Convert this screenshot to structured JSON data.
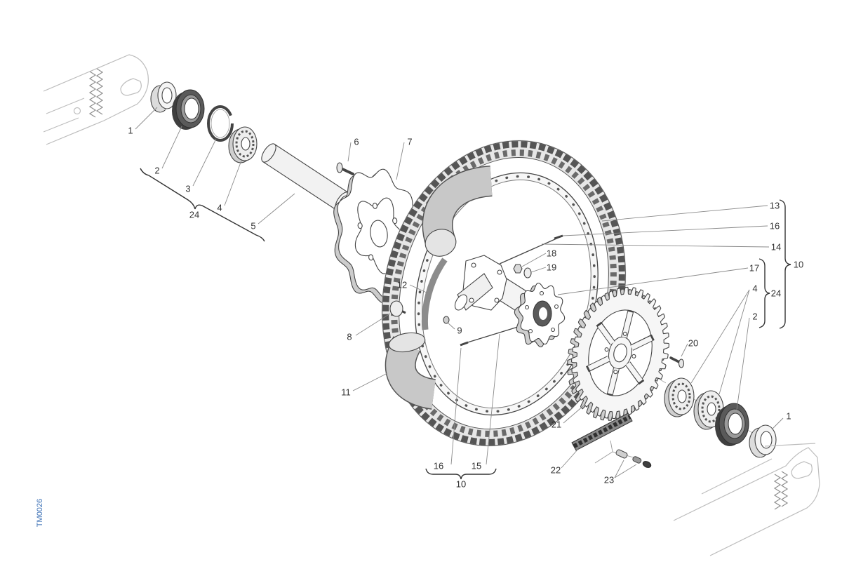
{
  "diagram": {
    "code": "TM0026",
    "code_color": "#3a6fb5",
    "callouts": [
      {
        "text": "1"
      },
      {
        "text": "2"
      },
      {
        "text": "3"
      },
      {
        "text": "4"
      },
      {
        "text": "24"
      },
      {
        "text": "5"
      },
      {
        "text": "6"
      },
      {
        "text": "7"
      },
      {
        "text": "8"
      },
      {
        "text": "9"
      },
      {
        "text": "11"
      },
      {
        "text": "12"
      },
      {
        "text": "13"
      },
      {
        "text": "16"
      },
      {
        "text": "14"
      },
      {
        "text": "18"
      },
      {
        "text": "19"
      },
      {
        "text": "17"
      },
      {
        "text": "4"
      },
      {
        "text": "24"
      },
      {
        "text": "2"
      },
      {
        "text": "10"
      },
      {
        "text": "20"
      },
      {
        "text": "21"
      },
      {
        "text": "22"
      },
      {
        "text": "23"
      },
      {
        "text": "1"
      },
      {
        "text": "16"
      },
      {
        "text": "15"
      },
      {
        "text": "10"
      }
    ]
  }
}
